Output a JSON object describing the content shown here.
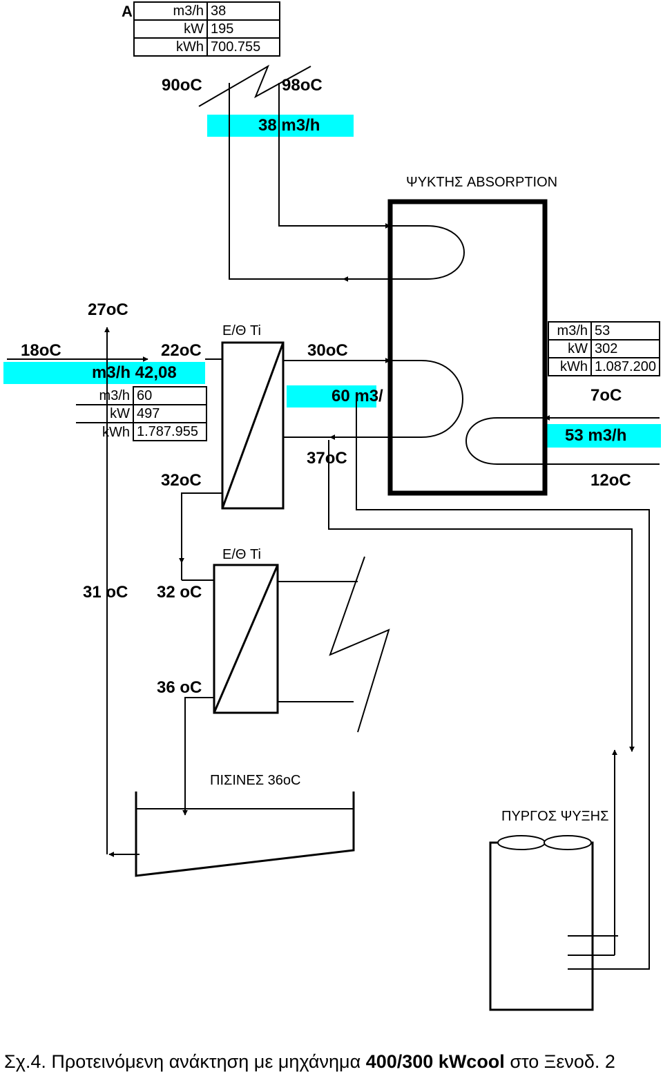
{
  "colors": {
    "highlight": "#00ffff",
    "line": "#000000"
  },
  "table_a": {
    "label": "A",
    "rows": [
      {
        "unit": "m3/h",
        "value": "38"
      },
      {
        "unit": "kW",
        "value": "195"
      },
      {
        "unit": "kWh",
        "value": "700.755"
      }
    ]
  },
  "table_left": {
    "rows": [
      {
        "unit": "m3/h",
        "value": "60"
      },
      {
        "unit": "kW",
        "value": "497"
      },
      {
        "unit": "kWh",
        "value": "1.787.955"
      }
    ]
  },
  "table_right": {
    "rows": [
      {
        "unit": "m3/h",
        "value": "53"
      },
      {
        "unit": "kW",
        "value": "302"
      },
      {
        "unit": "kWh",
        "value": "1.087.200"
      }
    ]
  },
  "labels": {
    "temp_90": "90oC",
    "temp_98": "98oC",
    "flow_38": "38 m3/h",
    "chiller": "ΨΥΚΤΗΣ ABSORPTION",
    "temp_27": "27oC",
    "temp_18": "18oC",
    "temp_22": "22oC",
    "flow_42": "m3/h 42,08",
    "hx_top": "Ε/Θ Ti",
    "temp_30": "30oC",
    "flow_60": "60 m3/",
    "temp_37": "37oC",
    "temp_32_top": "32oC",
    "temp_7": "7oC",
    "flow_53": "53 m3/h",
    "temp_12": "12oC",
    "hx_bottom": "Ε/Θ Ti",
    "temp_31": "31 oC",
    "temp_32": "32 oC",
    "temp_36": "36 oC",
    "pools": "ΠΙΣΙΝΕΣ 36oC",
    "tower": "ΠΥΡΓΟΣ ΨΥΞΗΣ"
  },
  "caption": {
    "prefix": "Σχ.4.  Προτεινόμενη ανάκτηση με μηχάνημα ",
    "bold": "400/300 kWcool",
    "suffix": " στο Ξενοδ. 2"
  }
}
